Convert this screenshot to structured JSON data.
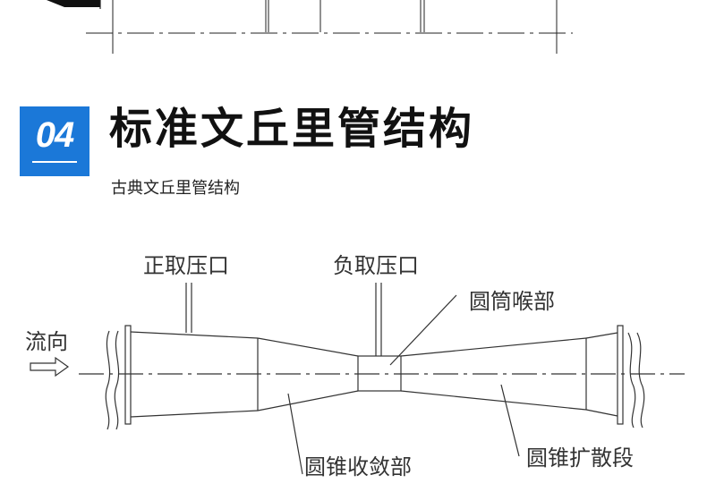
{
  "section": {
    "number": "04",
    "title": "标准文丘里管结构",
    "subtitle": "古典文丘里管结构"
  },
  "diagram": {
    "labels": {
      "positive_tap": "正取压口",
      "negative_tap": "负取压口",
      "throat": "圆筒喉部",
      "flow": "流向",
      "convergent": "圆锥收敛部",
      "divergent": "圆锥扩散段"
    }
  }
}
